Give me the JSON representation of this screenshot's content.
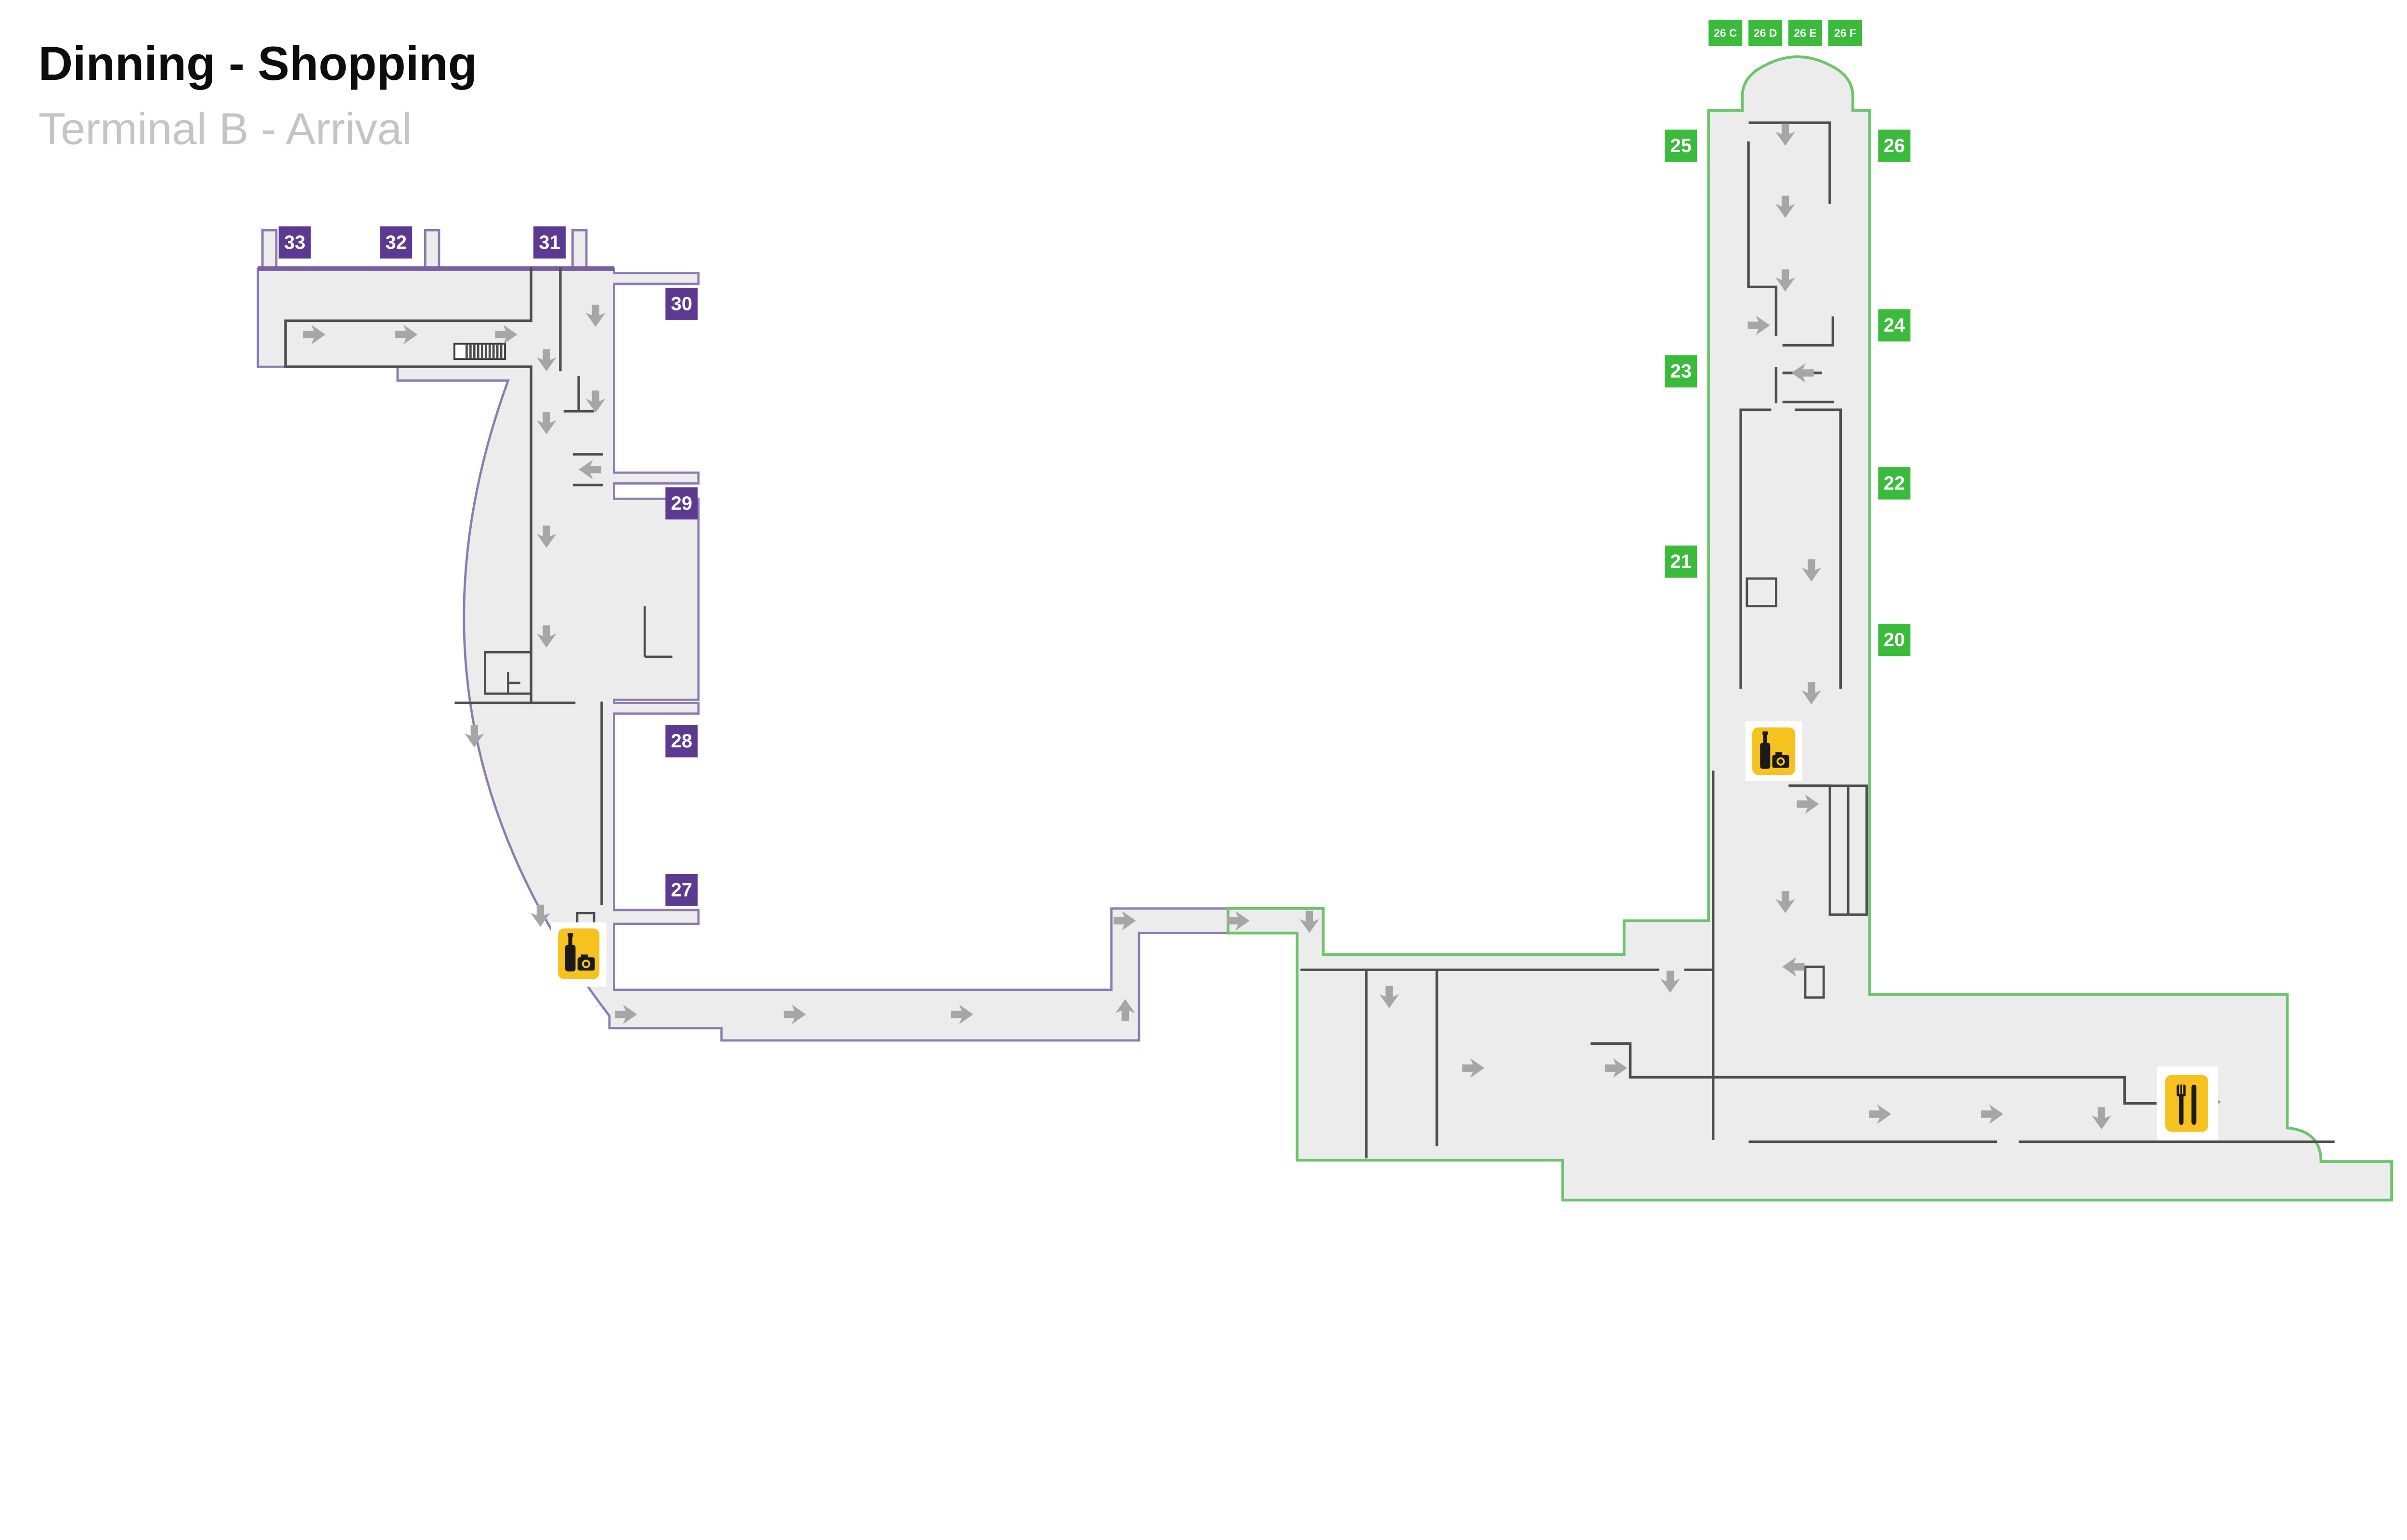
{
  "header": {
    "title": "Dinning - Shopping",
    "subtitle": "Terminal B - Arrival"
  },
  "legend_colors": {
    "gate_purple": "#5d3a91",
    "gate_green": "#3bbb3b",
    "outline_purple": "#8d7cb0",
    "outline_green": "#6cc56c",
    "floor_fill": "#ececec",
    "wall": "#4e4e4e",
    "arrow": "#a6a6a6",
    "amenity_yellow": "#f6c21f"
  },
  "gates": {
    "purple": [
      {
        "label": "33"
      },
      {
        "label": "32"
      },
      {
        "label": "31"
      },
      {
        "label": "30"
      },
      {
        "label": "29"
      },
      {
        "label": "28"
      },
      {
        "label": "27"
      }
    ],
    "green": [
      {
        "label": "25"
      },
      {
        "label": "26"
      },
      {
        "label": "23"
      },
      {
        "label": "24"
      },
      {
        "label": "22"
      },
      {
        "label": "21"
      },
      {
        "label": "20"
      }
    ],
    "stands": [
      {
        "label": "26 C"
      },
      {
        "label": "26 D"
      },
      {
        "label": "26 E"
      },
      {
        "label": "26 F"
      }
    ]
  },
  "amenities": [
    {
      "name": "duty-free-shop-west",
      "icons": [
        "wine-bottle",
        "camera"
      ]
    },
    {
      "name": "duty-free-shop-east",
      "icons": [
        "wine-bottle",
        "camera"
      ]
    },
    {
      "name": "restaurant",
      "icons": [
        "fork-knife"
      ]
    }
  ]
}
